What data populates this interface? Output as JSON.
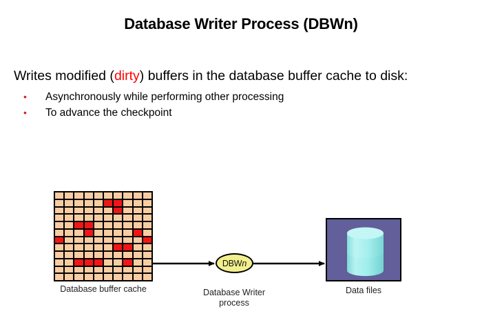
{
  "slide": {
    "title": "Database Writer Process (DBWn)",
    "lead_before": "Writes modified (",
    "lead_highlight": "dirty",
    "lead_after": ") buffers in the database buffer cache to disk:",
    "bullet_marker": "•",
    "bullets": [
      "Asynchronously while performing other processing",
      "To advance the checkpoint"
    ]
  },
  "diagram": {
    "cache": {
      "label": "Database buffer cache",
      "columns": 10,
      "rows": 12,
      "clean_color": "#f8cda3",
      "dirty_color": "#f01616",
      "grid_line_color": "#000000",
      "dirty_cells": [
        [
          1,
          5
        ],
        [
          1,
          6
        ],
        [
          2,
          6
        ],
        [
          4,
          2
        ],
        [
          4,
          3
        ],
        [
          5,
          3
        ],
        [
          5,
          8
        ],
        [
          6,
          0
        ],
        [
          6,
          9
        ],
        [
          7,
          6
        ],
        [
          7,
          7
        ],
        [
          9,
          2
        ],
        [
          9,
          3
        ],
        [
          9,
          4
        ],
        [
          9,
          7
        ]
      ]
    },
    "process": {
      "oval_text_main": "DBW",
      "oval_text_italic": "n",
      "oval_fill": "#f2f08e",
      "label_line1": "Database Writer",
      "label_line2": "process"
    },
    "datafiles": {
      "label": "Data files",
      "box_fill": "#625f9a",
      "cylinder_fill": "#9ef0ee",
      "cylinder_shade": "#7fdfdd"
    },
    "arrows": {
      "arrow1_from": "Database buffer cache",
      "arrow1_to": "DBWn process",
      "arrow2_from": "DBWn process",
      "arrow2_to": "Data files",
      "color": "#000000"
    }
  }
}
